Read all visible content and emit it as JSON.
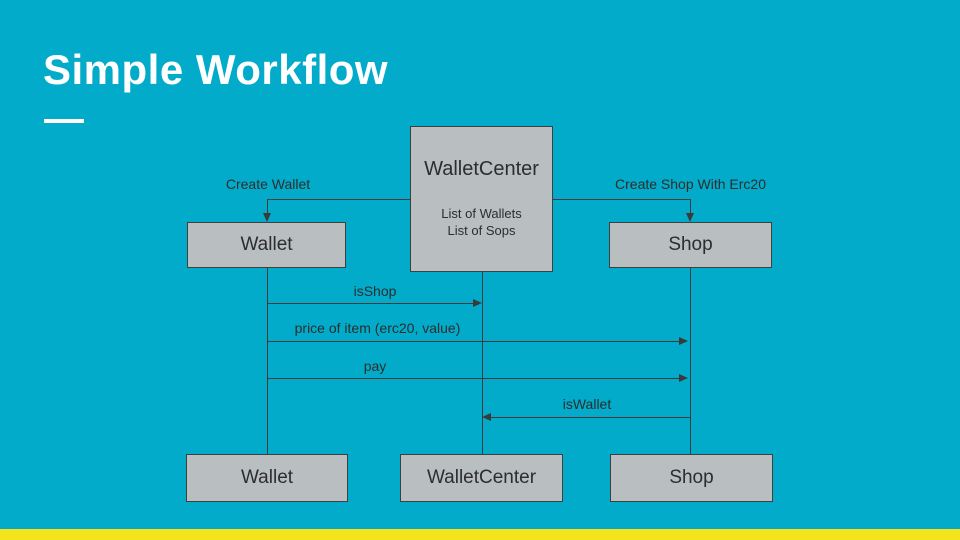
{
  "slide": {
    "title": "Simple Workflow",
    "colors": {
      "background": "#02abca",
      "footer_bar": "#f3e41c",
      "box_fill": "#b9bec1",
      "box_border": "#3f3f3f",
      "connector": "#3a3a3a",
      "title_text": "#ffffff",
      "diagram_text": "#2d2d2d"
    }
  },
  "diagram": {
    "boxes": {
      "top_wallet": {
        "label": "Wallet"
      },
      "wallet_center": {
        "label": "WalletCenter",
        "sublines": [
          "List of Wallets",
          "List of Sops"
        ]
      },
      "top_shop": {
        "label": "Shop"
      },
      "bottom_wallet": {
        "label": "Wallet"
      },
      "bottom_wallet_center": {
        "label": "WalletCenter"
      },
      "bottom_shop": {
        "label": "Shop"
      }
    },
    "edges": {
      "create_wallet": "Create Wallet",
      "create_shop": "Create Shop With Erc20",
      "is_shop": "isShop",
      "price_of_item": "price of item (erc20, value)",
      "pay": "pay",
      "is_wallet": "isWallet"
    }
  }
}
